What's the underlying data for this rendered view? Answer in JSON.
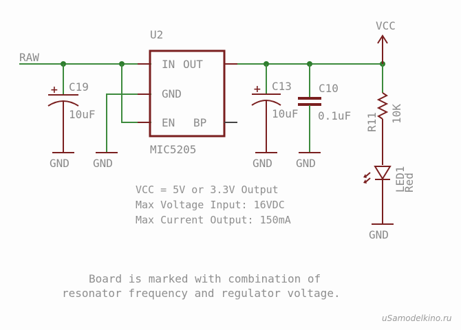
{
  "nets": {
    "raw": "RAW",
    "vcc": "VCC",
    "gnd": "GND"
  },
  "regulator": {
    "ref": "U2",
    "part": "MIC5205",
    "pins": {
      "in": "IN",
      "out": "OUT",
      "gnd": "GND",
      "en": "EN",
      "bp": "BP"
    }
  },
  "capacitors": [
    {
      "ref": "C19",
      "value": "10uF",
      "type": "polarized"
    },
    {
      "ref": "C13",
      "value": "10uF",
      "type": "polarized"
    },
    {
      "ref": "C10",
      "value": "0.1uF",
      "type": "ceramic"
    }
  ],
  "resistor": {
    "ref": "R11",
    "value": "10K"
  },
  "led": {
    "ref": "LED1",
    "value": "Red"
  },
  "notes": [
    "VCC = 5V or 3.3V Output",
    "Max Voltage Input: 16VDC",
    "Max Current Output: 150mA"
  ],
  "caption": [
    "Board is marked with combination of",
    "resonator frequency and regulator voltage."
  ],
  "watermark": "uSamodelkino.ru",
  "colors": {
    "wire": "#3c8a3c",
    "part": "#7a1f1f",
    "text": "#8a8a8a"
  }
}
